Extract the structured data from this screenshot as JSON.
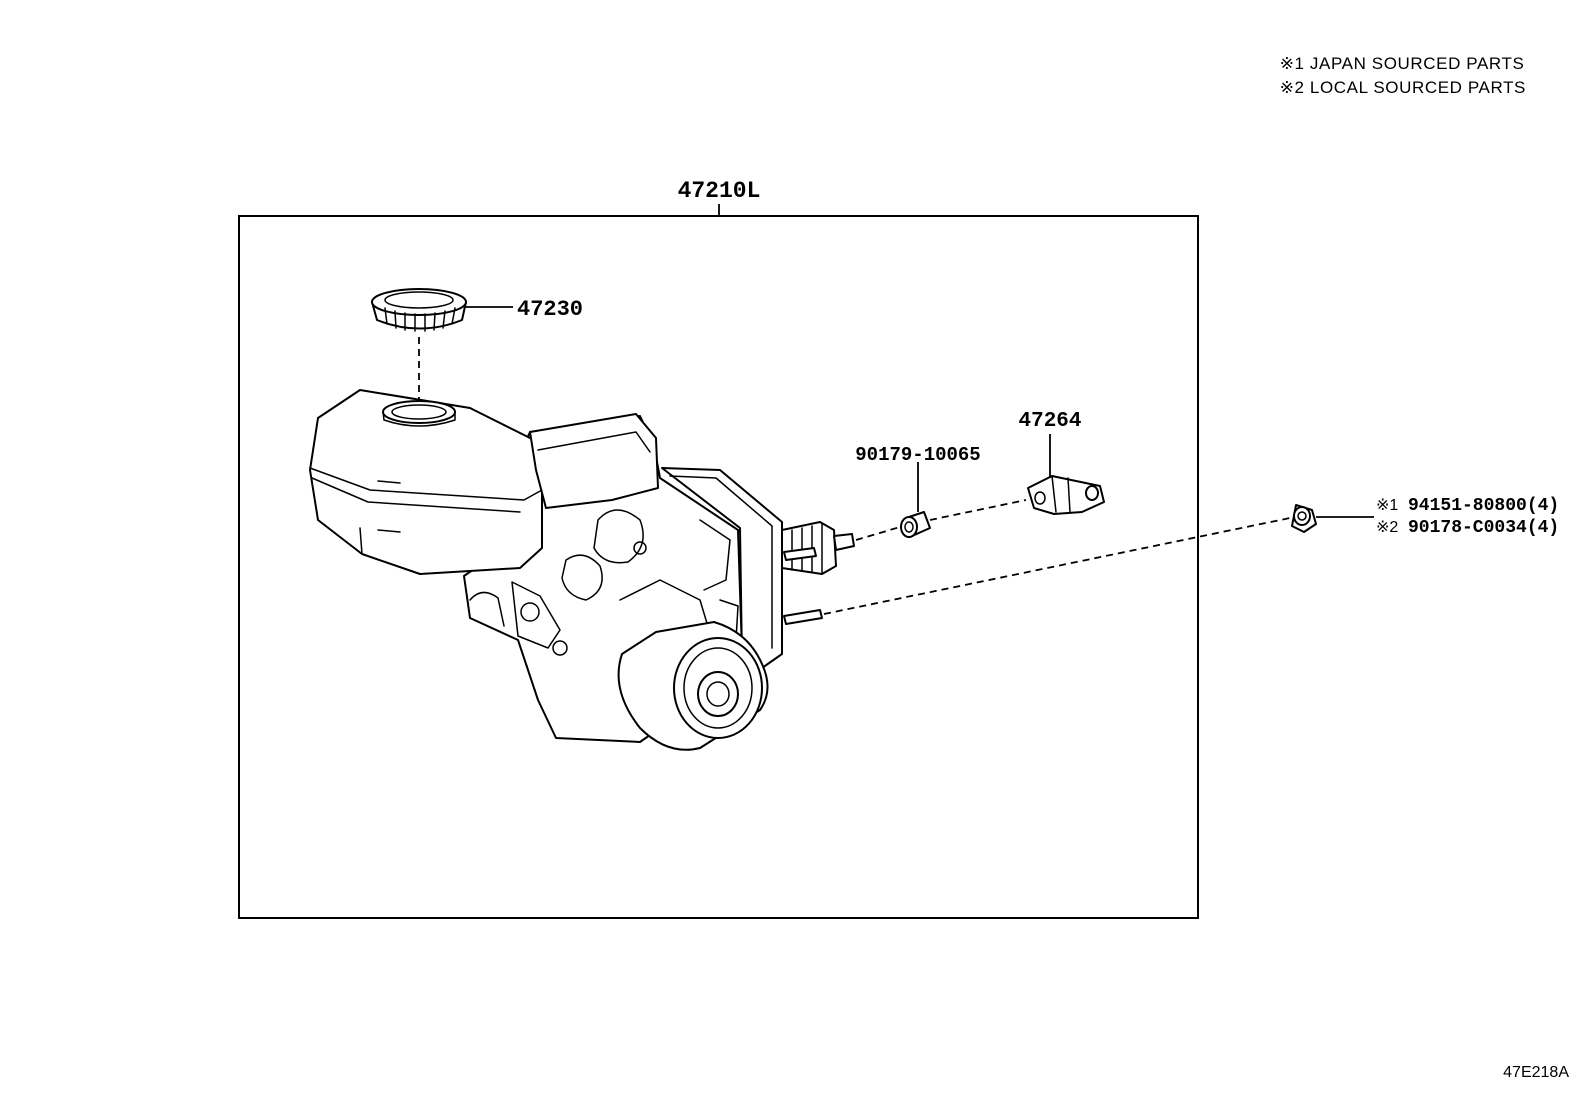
{
  "legend": {
    "note1": "※1 JAPAN SOURCED PARTS",
    "note2": "※2 LOCAL SOURCED PARTS"
  },
  "parts": {
    "assembly": "47210L",
    "reservoir_cap": "47230",
    "clevis": "47264",
    "bushing": "90179-10065",
    "nut_japan_mark": "※1",
    "nut_japan": "94151-80800(4)",
    "nut_local_mark": "※2",
    "nut_local": "90178-C0034(4)"
  },
  "diagram_id": "47E218A"
}
